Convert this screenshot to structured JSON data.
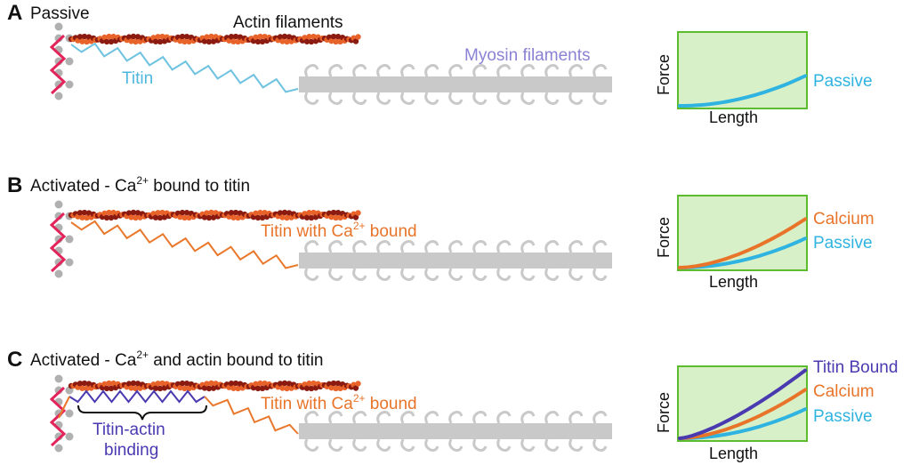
{
  "colors": {
    "actin_dark": "#8b1a10",
    "actin_orange": "#e8632a",
    "titin_passive": "#6fc3e0",
    "titin_calcium": "#e9782c",
    "titin_bound": "#4a3ab0",
    "myosin": "#c9c9c9",
    "z_disk": "#b0b0b0",
    "z_line": "#e2245a",
    "graph_fill": "#d8f0c8",
    "graph_border": "#5cbc2e",
    "curve_passive": "#2fb3e0",
    "curve_calcium": "#e8742a",
    "curve_titin_bound": "#4a3ab0"
  },
  "panels": [
    {
      "letter": "A",
      "title": "Passive",
      "labels": {
        "actin": "Actin filaments",
        "myosin": "Myosin filaments",
        "titin": "Titin"
      },
      "graph": {
        "ylabel": "Force",
        "xlabel": "Length",
        "curves": [
          "Passive"
        ]
      }
    },
    {
      "letter": "B",
      "title_parts": [
        "Activated - Ca",
        "2+",
        " bound to titin"
      ],
      "labels": {
        "titin_parts": [
          "Titin with Ca",
          "2+",
          " bound"
        ]
      },
      "graph": {
        "ylabel": "Force",
        "xlabel": "Length",
        "curves": [
          "Calcium",
          "Passive"
        ]
      }
    },
    {
      "letter": "C",
      "title_parts": [
        "Activated - Ca",
        "2+",
        " and actin bound to titin"
      ],
      "labels": {
        "titin_parts": [
          "Titin with Ca",
          "2+",
          " bound"
        ],
        "binding_line1": "Titin-actin",
        "binding_line2": "binding"
      },
      "graph": {
        "ylabel": "Force",
        "xlabel": "Length",
        "curves": [
          "Titin Bound",
          "Calcium",
          "Passive"
        ]
      }
    }
  ]
}
